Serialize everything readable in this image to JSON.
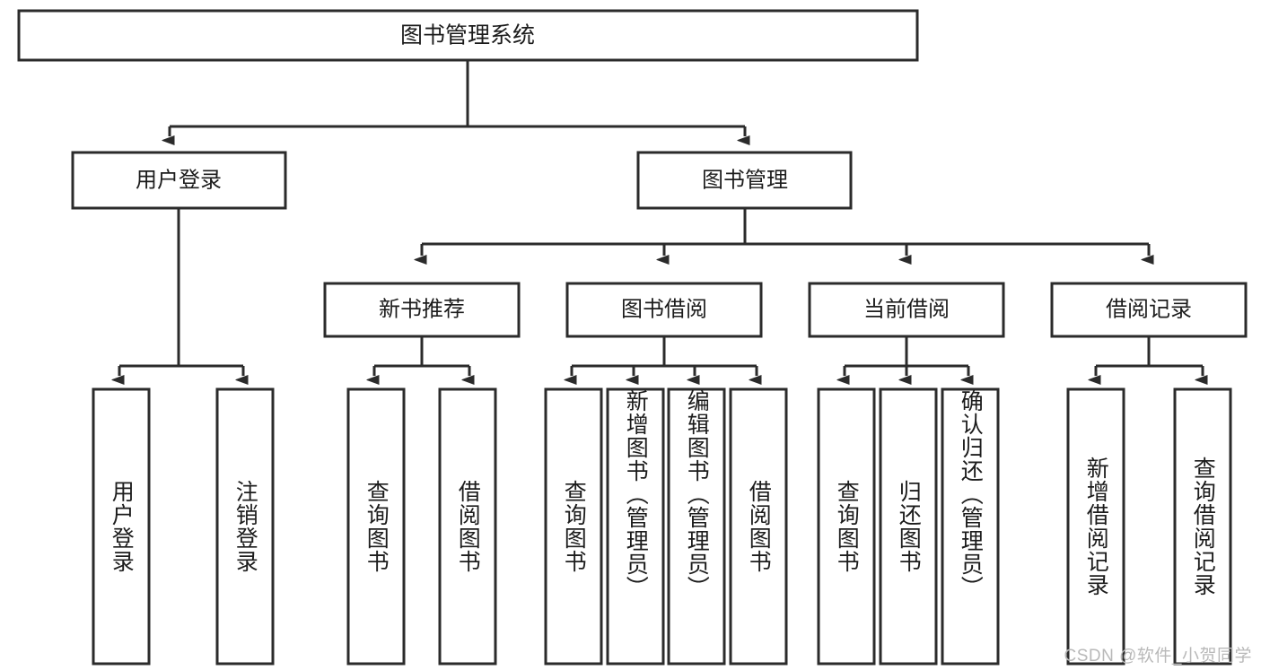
{
  "diagram": {
    "type": "tree",
    "orientation": "top-down",
    "title": "图书管理系统",
    "colors": {
      "box_stroke": "#2b2b2b",
      "box_fill": "#ffffff",
      "text": "#1c1c1c",
      "connector": "#2b2b2b",
      "watermark": "#b9b9b9"
    },
    "levels": {
      "root": {
        "label": "图书管理系统"
      },
      "level2": [
        {
          "id": "user-login",
          "label": "用户登录"
        },
        {
          "id": "book-manage",
          "label": "图书管理"
        }
      ],
      "level3": [
        {
          "id": "new-book-recommend",
          "label": "新书推荐",
          "parent": "book-manage"
        },
        {
          "id": "book-borrow",
          "label": "图书借阅",
          "parent": "book-manage"
        },
        {
          "id": "current-borrow",
          "label": "当前借阅",
          "parent": "book-manage"
        },
        {
          "id": "borrow-record",
          "label": "借阅记录",
          "parent": "book-manage"
        }
      ],
      "leaves": [
        {
          "id": "leaf-user-login",
          "label": "用户登录",
          "parent": "user-login"
        },
        {
          "id": "leaf-user-logout",
          "label": "注销登录",
          "parent": "user-login"
        },
        {
          "id": "leaf-query-book-1",
          "label": "查询图书",
          "parent": "new-book-recommend"
        },
        {
          "id": "leaf-borrow-book-1",
          "label": "借阅图书",
          "parent": "new-book-recommend"
        },
        {
          "id": "leaf-query-book-2",
          "label": "查询图书",
          "parent": "book-borrow"
        },
        {
          "id": "leaf-add-book",
          "label": "新增图书（管理员）",
          "parent": "book-borrow"
        },
        {
          "id": "leaf-edit-book",
          "label": "编辑图书（管理员）",
          "parent": "book-borrow"
        },
        {
          "id": "leaf-borrow-book-2",
          "label": "借阅图书",
          "parent": "book-borrow"
        },
        {
          "id": "leaf-query-book-3",
          "label": "查询图书",
          "parent": "current-borrow"
        },
        {
          "id": "leaf-return-book",
          "label": "归还图书",
          "parent": "current-borrow"
        },
        {
          "id": "leaf-confirm-return",
          "label": "确认归还（管理员）",
          "parent": "current-borrow"
        },
        {
          "id": "leaf-add-record",
          "label": "新增借阅记录",
          "parent": "borrow-record"
        },
        {
          "id": "leaf-query-record",
          "label": "查询借阅记录",
          "parent": "borrow-record"
        }
      ]
    }
  },
  "watermark": {
    "text": "CSDN @软件_小贺同学"
  }
}
